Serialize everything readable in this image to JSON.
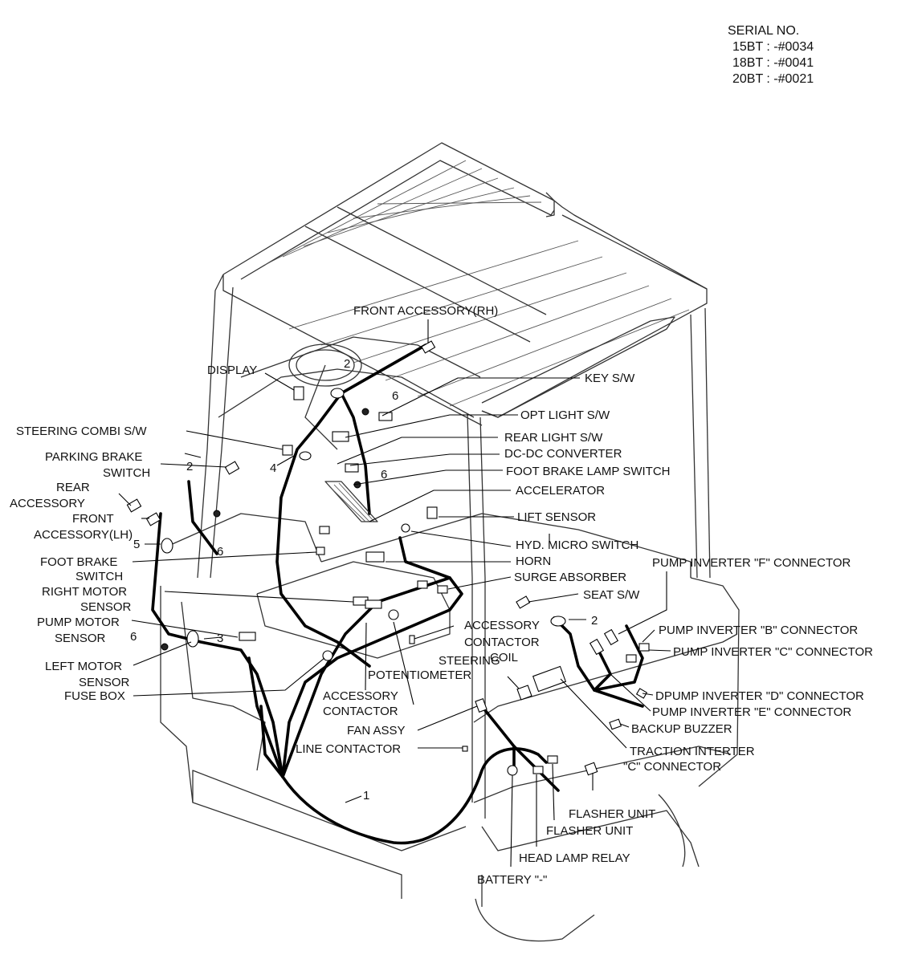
{
  "serial": {
    "title": "SERIAL NO.",
    "lines": [
      "15BT : -#0034",
      "18BT : -#0041",
      "20BT : -#0021"
    ]
  },
  "labels": {
    "front_accessory_rh": "FRONT ACCESSORY(RH)",
    "display": "DISPLAY",
    "key_sw": "KEY S/W",
    "opt_light_sw": "OPT LIGHT S/W",
    "steering_combi_sw": "STEERING COMBI S/W",
    "rear_light_sw": "REAR LIGHT S/W",
    "parking_brake_l1": "PARKING BRAKE",
    "parking_brake_l2": "SWITCH",
    "dc_dc_converter": "DC-DC CONVERTER",
    "foot_brake_lamp_switch": "FOOT BRAKE LAMP SWITCH",
    "rear_accessory_l1": "REAR",
    "rear_accessory_l2": "ACCESSORY",
    "accelerator": "ACCELERATOR",
    "front_accessory_lh_l1": "FRONT",
    "front_accessory_lh_l2": "ACCESSORY(LH)",
    "lift_sensor": "LIFT SENSOR",
    "hyd_micro_switch": "HYD. MICRO SWITCH",
    "foot_brake_switch_l1": "FOOT BRAKE",
    "foot_brake_switch_l2": "SWITCH",
    "horn": "HORN",
    "pump_inverter_f": "PUMP INVERTER \"F\" CONNECTOR",
    "surge_absorber": "SURGE ABSORBER",
    "right_motor_sensor_l1": "RIGHT MOTOR",
    "right_motor_sensor_l2": "SENSOR",
    "seat_sw": "SEAT S/W",
    "pump_motor_sensor_l1": "PUMP MOTOR",
    "pump_motor_sensor_l2": "SENSOR",
    "accessory_contactor_coil_l1": "ACCESSORY",
    "accessory_contactor_coil_l2": "CONTACTOR",
    "accessory_contactor_coil_l3": "COIL",
    "pump_inverter_b": "PUMP INVERTER \"B\" CONNECTOR",
    "pump_inverter_c": "PUMP INVERTER \"C\" CONNECTOR",
    "left_motor_sensor_l1": "LEFT MOTOR",
    "left_motor_sensor_l2": "SENSOR",
    "steering_potentiometer_l1": "STEERING",
    "steering_potentiometer_l2": "POTENTIOMETER",
    "fuse_box": "FUSE BOX",
    "accessory_contactor_l1": "ACCESSORY",
    "accessory_contactor_l2": "CONTACTOR",
    "dpump_inverter_d": "DPUMP INVERTER \"D\" CONNECTOR",
    "pump_inverter_e": "PUMP INVERTER \"E\" CONNECTOR",
    "fan_assy": "FAN ASSY",
    "backup_buzzer": "BACKUP BUZZER",
    "line_contactor": "LINE CONTACTOR",
    "traction_inverter_l1": "TRACTION INTERTER",
    "traction_inverter_l2": "\"C\" CONNECTOR",
    "flasher_unit_1": "FLASHER UNIT",
    "flasher_unit_2": "FLASHER UNIT",
    "head_lamp_relay": "HEAD LAMP RELAY",
    "battery_neg": "BATTERY \"-\""
  },
  "callouts": {
    "n1": "1",
    "n2_top": "2",
    "n2_left": "2",
    "n2_right": "2",
    "n3": "3",
    "n4": "4",
    "n5": "5",
    "n6_top": "6",
    "n6_mid": "6",
    "n6_left": "6",
    "n6_bottom": "6"
  }
}
